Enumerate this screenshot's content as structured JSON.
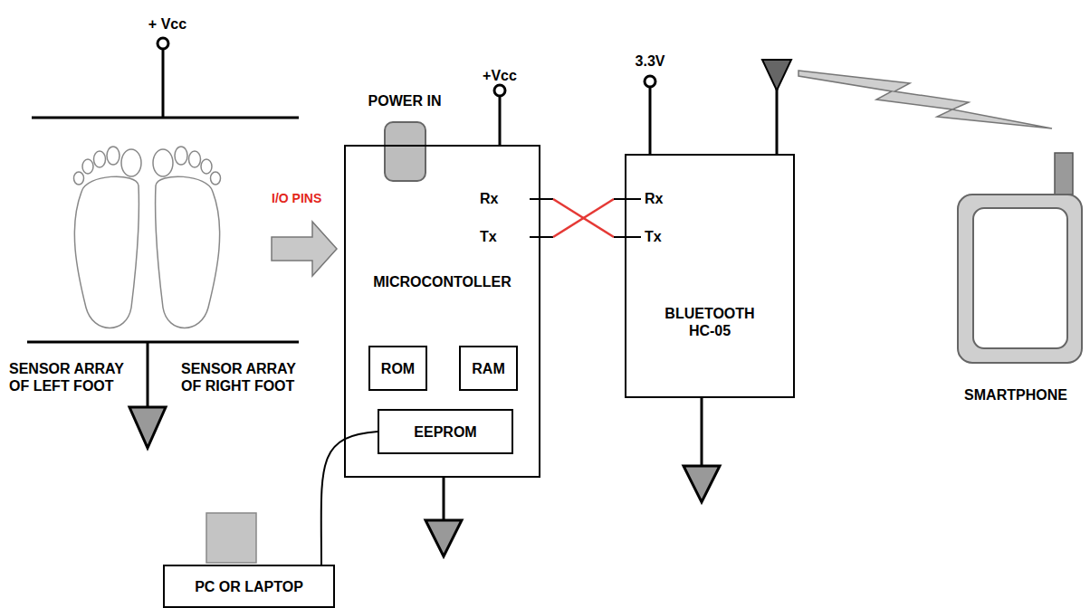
{
  "diagram": {
    "nodes": [
      {
        "text": [
          "MICROCONTOLLER"
        ]
      },
      {
        "text": [
          "ROM"
        ],
        "in": 0
      },
      {
        "text": [
          "RAM"
        ],
        "in": 0
      },
      {
        "text": [
          "EEPROM"
        ],
        "in": 0
      },
      {
        "text": [
          "BLUETOOTH HC-05"
        ]
      },
      {
        "text": [
          "PC OR LAPTOP"
        ]
      },
      {
        "text": [
          "SMARTPHONE"
        ]
      }
    ],
    "edges": [
      {
        "from": 0,
        "to": 4,
        "arrow": "none"
      },
      {
        "from": 0,
        "to": 4,
        "arrow": "none"
      },
      {
        "from": 3,
        "to": 5,
        "arrow": "none"
      }
    ],
    "labels": [
      "+ Vcc",
      "POWER IN",
      "+Vcc",
      "3.3V",
      "I/O PINS",
      "Rx",
      "Tx",
      "Rx",
      "Tx",
      "SENSOR ARRAY OF LEFT FOOT",
      "SENSOR ARRAY OF RIGHT FOOT"
    ]
  }
}
